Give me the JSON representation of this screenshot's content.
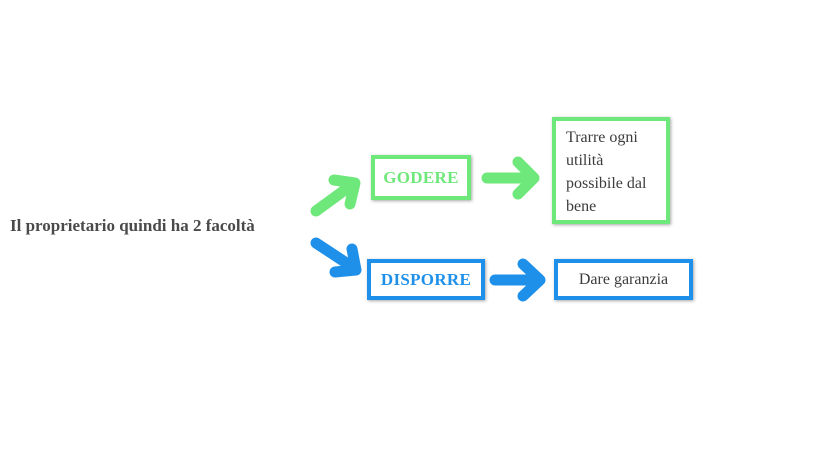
{
  "diagram": {
    "root": "Il proprietario quindi ha 2 facoltà",
    "branches": [
      {
        "label": "GODERE",
        "detail_lines": [
          "Trarre ogni",
          "utilità",
          "possibile dal",
          "bene"
        ],
        "color": "#6ee87a"
      },
      {
        "label": "DISPORRE",
        "detail": "Dare garanzia",
        "color": "#1e90ea"
      }
    ]
  }
}
